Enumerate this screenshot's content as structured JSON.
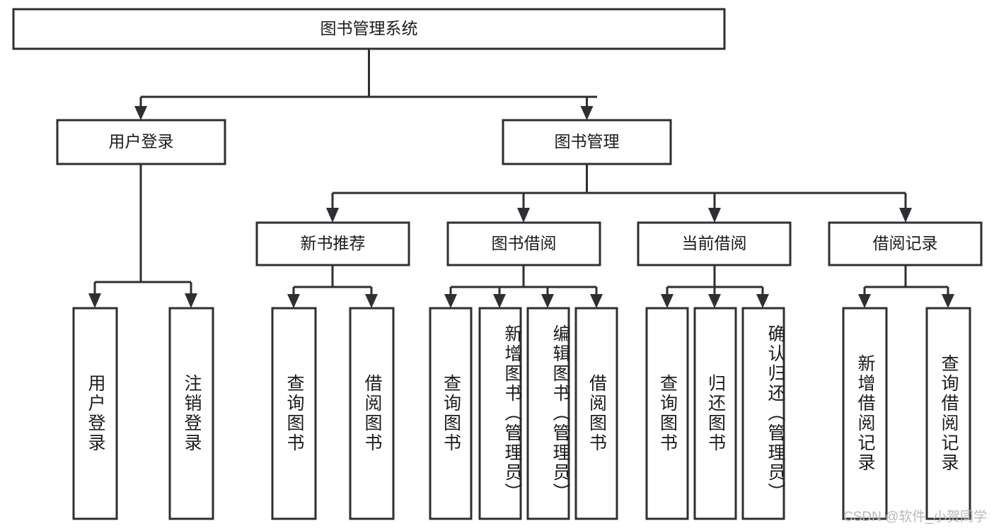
{
  "diagram": {
    "title": "图书管理系统",
    "type": "tree-hierarchy",
    "root": {
      "label": "图书管理系统"
    },
    "level2": [
      {
        "label": "用户登录"
      },
      {
        "label": "图书管理"
      }
    ],
    "level3": [
      {
        "label": "新书推荐"
      },
      {
        "label": "图书借阅"
      },
      {
        "label": "当前借阅"
      },
      {
        "label": "借阅记录"
      }
    ],
    "leaves_user_login": [
      {
        "label": "用户登录"
      },
      {
        "label": "注销登录"
      }
    ],
    "leaves_new_book": [
      {
        "label": "查询图书"
      },
      {
        "label": "借阅图书"
      }
    ],
    "leaves_borrow": [
      {
        "label": "查询图书"
      },
      {
        "label": "新增图书（管理员）"
      },
      {
        "label": "编辑图书（管理员）"
      },
      {
        "label": "借阅图书"
      }
    ],
    "leaves_current": [
      {
        "label": "查询图书"
      },
      {
        "label": "归还图书"
      },
      {
        "label": "确认归还（管理员）"
      }
    ],
    "leaves_records": [
      {
        "label": "新增借阅记录"
      },
      {
        "label": "查询借阅记录"
      }
    ]
  },
  "watermark": {
    "text": "CSDN @软件_小贺同学"
  },
  "colors": {
    "stroke": "#2f2f33",
    "fill": "#ffffff",
    "text": "#1b1b1f",
    "watermark": "#b9b9bd"
  }
}
